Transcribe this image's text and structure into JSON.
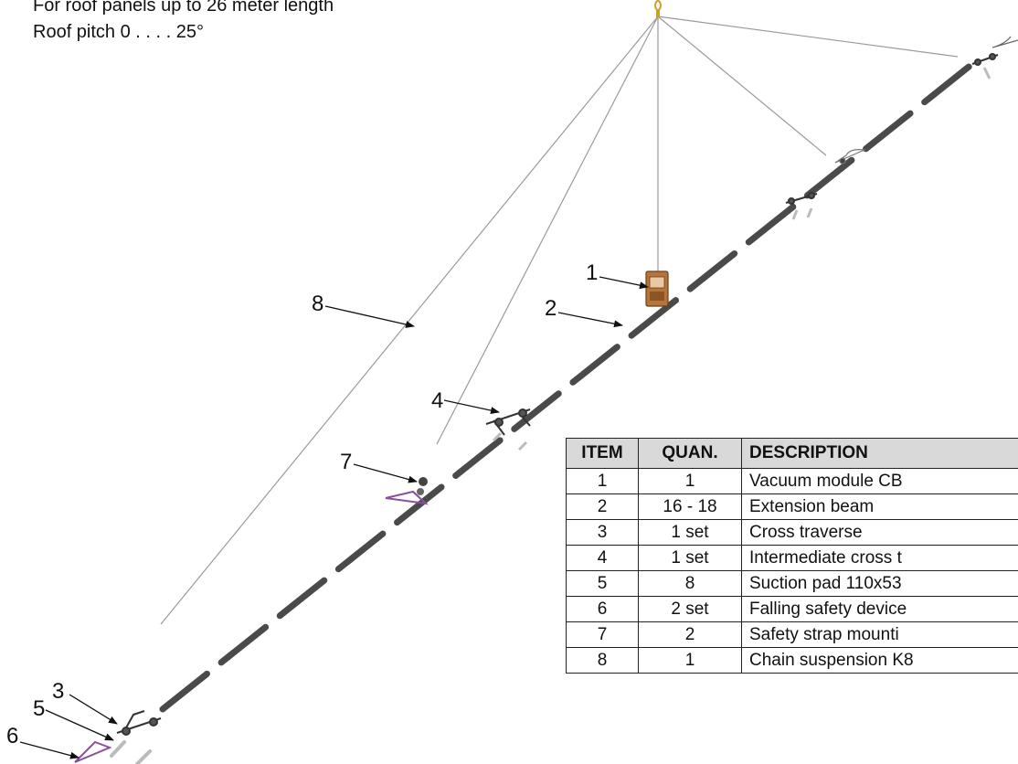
{
  "intro": {
    "line1": "For roof panels up to 26 meter length",
    "line2": "Roof pitch 0 . . . . 25°"
  },
  "callouts": [
    "1",
    "2",
    "3",
    "4",
    "5",
    "6",
    "7",
    "8"
  ],
  "parts_table": {
    "headers": {
      "item": "ITEM",
      "quantity": "QUAN.",
      "description": "DESCRIPTION"
    },
    "rows": [
      {
        "item": "1",
        "quantity": "1",
        "description": "Vacuum module CB"
      },
      {
        "item": "2",
        "quantity": "16 - 18",
        "description": "Extension beam"
      },
      {
        "item": "3",
        "quantity": "1 set",
        "description": "Cross traverse"
      },
      {
        "item": "4",
        "quantity": "1 set",
        "description": "Intermediate cross t"
      },
      {
        "item": "5",
        "quantity": "8",
        "description": "Suction pad 110x53"
      },
      {
        "item": "6",
        "quantity": "2 set",
        "description": "Falling safety device"
      },
      {
        "item": "7",
        "quantity": "2",
        "description": "Safety strap mounti"
      },
      {
        "item": "8",
        "quantity": "1",
        "description": "Chain suspension K8"
      }
    ]
  },
  "colors": {
    "beam": "#4a4a4a",
    "cable": "#9a9a9a",
    "vacuum_module": "#b5743a",
    "safety_device": "#8a4f9e",
    "table_header_bg": "#d9d9d9"
  }
}
